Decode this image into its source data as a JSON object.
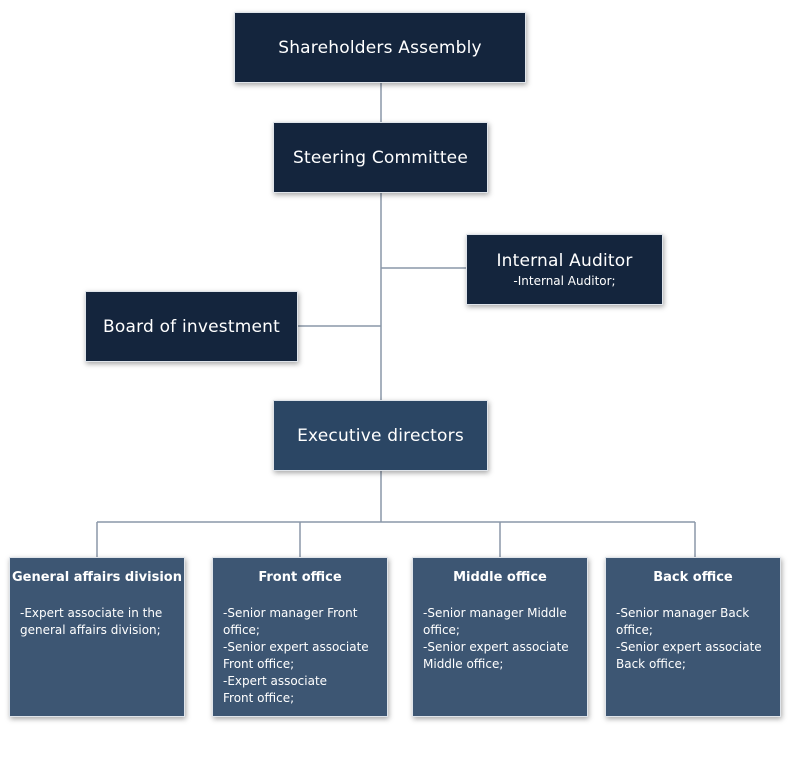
{
  "shareholders": {
    "title": "Shareholders Assembly"
  },
  "steering": {
    "title": "Steering Committee"
  },
  "internal_auditor": {
    "title": "Internal Auditor",
    "detail": "-Internal Auditor;"
  },
  "board_investment": {
    "title": "Board of investment"
  },
  "executive": {
    "title": "Executive directors"
  },
  "departments": [
    {
      "title": "General affairs division",
      "lines": [
        "-Expert associate in the\n general affairs division;"
      ]
    },
    {
      "title": "Front office",
      "lines": [
        "-Senior manager Front\noffice;",
        "-Senior expert associate\nFront office;",
        "-Expert associate\nFront office;"
      ]
    },
    {
      "title": "Middle office",
      "lines": [
        "-Senior manager Middle\noffice;",
        "-Senior expert associate\nMiddle office;"
      ]
    },
    {
      "title": "Back office",
      "lines": [
        "-Senior manager Back\noffice;",
        "-Senior expert associate\nBack office;"
      ]
    }
  ],
  "colors": {
    "dark": "#14253d",
    "mid": "#2b4664",
    "dept": "#3d5673",
    "connector": "#8a97a8"
  }
}
